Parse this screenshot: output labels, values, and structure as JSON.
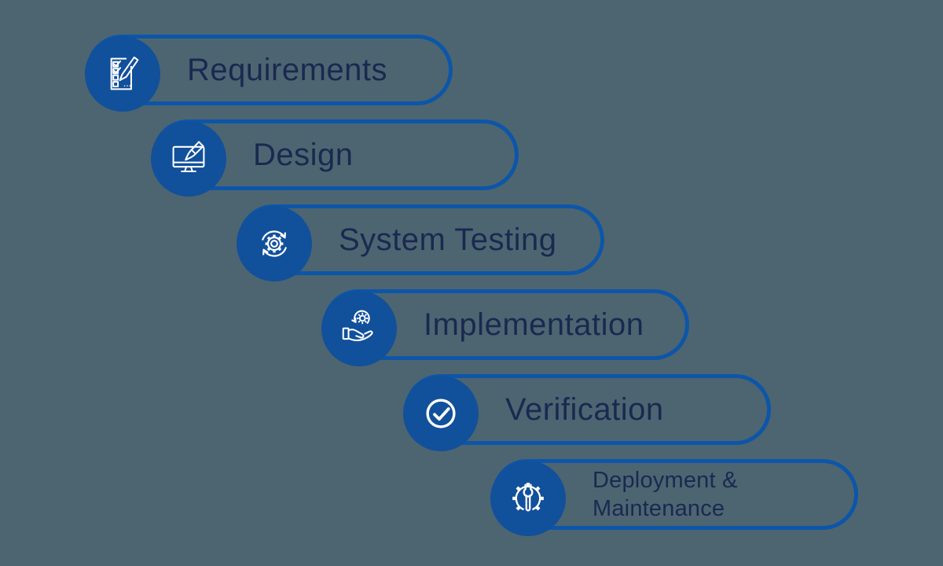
{
  "diagram": {
    "stages": [
      {
        "label": "Requirements",
        "icon": "checklist-pencil-icon"
      },
      {
        "label": "Design",
        "icon": "monitor-paintbrush-icon"
      },
      {
        "label": "System Testing",
        "icon": "gear-sync-arrows-icon"
      },
      {
        "label": "Implementation",
        "icon": "hand-holding-gear-icon"
      },
      {
        "label": "Verification",
        "icon": "check-circle-icon"
      },
      {
        "label": "Deployment & Maintenance",
        "icon": "gear-wrench-icon"
      }
    ],
    "colors": {
      "background": "#4d6571",
      "pill_border": "#0c56a9",
      "badge_fill": "#11509b",
      "label_text": "#1a2950",
      "icon_stroke": "#ffffff"
    }
  }
}
